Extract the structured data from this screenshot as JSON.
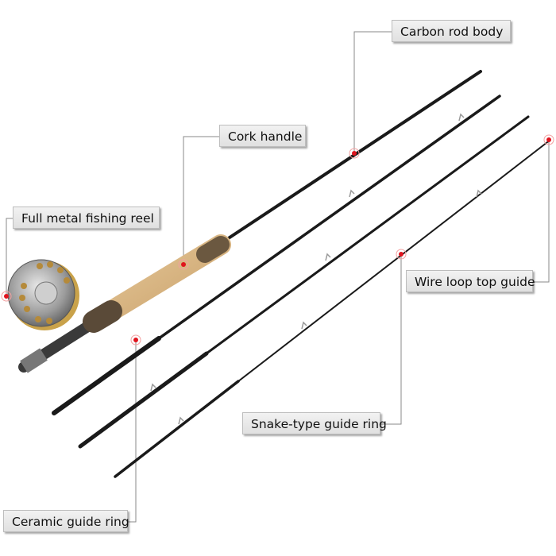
{
  "labels": {
    "carbon_rod_body": "Carbon rod body",
    "cork_handle": "Cork handle",
    "full_metal_fishing_reel": "Full metal fishing reel",
    "wire_loop_top_guide": "Wire loop top guide",
    "snake_type_guide_ring": "Snake-type guide ring",
    "ceramic_guide_ring": "Ceramic guide ring"
  },
  "colors": {
    "marker": "#e0141e",
    "rod": "#1a1a1a",
    "cork": "#d9b786",
    "leader": "#8a8a8a"
  }
}
